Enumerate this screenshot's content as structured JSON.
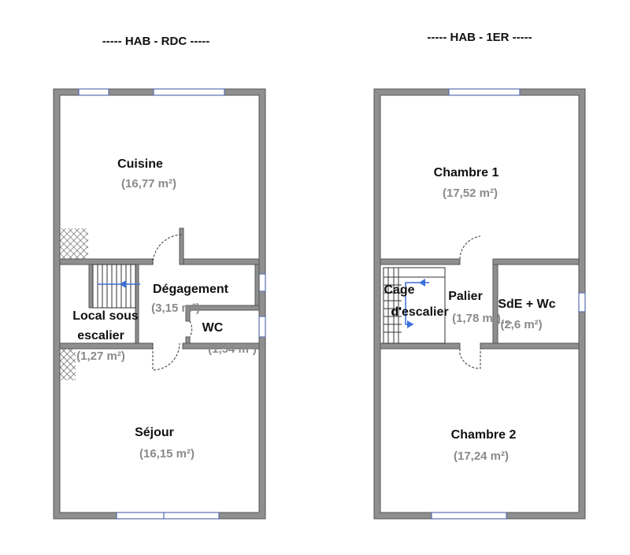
{
  "floors": {
    "rdc": {
      "title": "----- HAB - RDC -----",
      "rooms": {
        "cuisine": {
          "name": "Cuisine",
          "area": "(16,77 m²)"
        },
        "degagement": {
          "name": "Dégagement",
          "area": "(3,15 m²)"
        },
        "local": {
          "name_line1": "Local sous",
          "name_line2": "escalier",
          "area": "(1,27 m²)"
        },
        "wc": {
          "name": "WC",
          "area": "(1,54 m²)"
        },
        "sejour": {
          "name": "Séjour",
          "area": "(16,15 m²)"
        }
      }
    },
    "etage": {
      "title": "----- HAB - 1ER -----",
      "rooms": {
        "chambre1": {
          "name": "Chambre 1",
          "area": "(17,52 m²)"
        },
        "cage": {
          "name_line1": "Cage",
          "name_line2": "d'escalier"
        },
        "palier": {
          "name": "Palier",
          "area": "(1,78 m²)"
        },
        "sde": {
          "name": "SdE + Wc",
          "area": "(2,6 m²)"
        },
        "chambre2": {
          "name": "Chambre 2",
          "area": "(17,24 m²)"
        }
      }
    }
  },
  "colors": {
    "wall": "#8f8f8f",
    "window": "#5a6fb0",
    "stair_arrow": "#3a6fd8",
    "area_text": "#8a8a8a"
  }
}
